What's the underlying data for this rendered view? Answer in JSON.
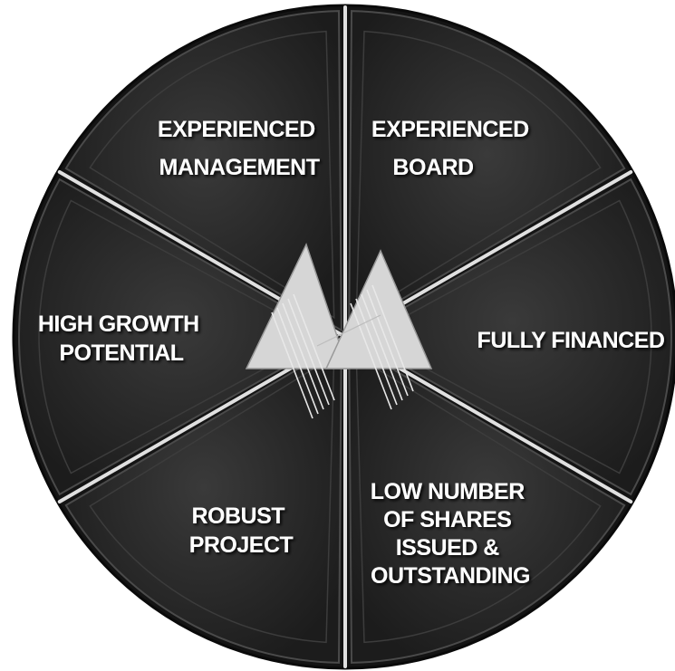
{
  "segments": [
    {
      "id": "experienced-management",
      "lines": [
        "EXPERIENCED",
        "MANAGEMENT"
      ]
    },
    {
      "id": "experienced-board",
      "lines": [
        "EXPERIENCED",
        "BOARD"
      ]
    },
    {
      "id": "fully-financed",
      "lines": [
        "FULLY FINANCED"
      ]
    },
    {
      "id": "low-number-of-shares",
      "lines": [
        "LOW  NUMBER",
        "OF SHARES",
        "ISSUED &",
        "OUTSTANDING"
      ]
    },
    {
      "id": "robust-project",
      "lines": [
        "ROBUST",
        "PROJECT"
      ]
    },
    {
      "id": "high-growth-potential",
      "lines": [
        "HIGH GROWTH",
        "POTENTIAL"
      ]
    }
  ],
  "colors": {
    "segment_fill": "#262626",
    "segment_edge": "#4a4a4a",
    "divider": "#e0e0e0",
    "label_text": "#ffffff",
    "logo": "#d4d4d4"
  },
  "logo": {
    "icon": "twin-mountain-logo-icon"
  }
}
